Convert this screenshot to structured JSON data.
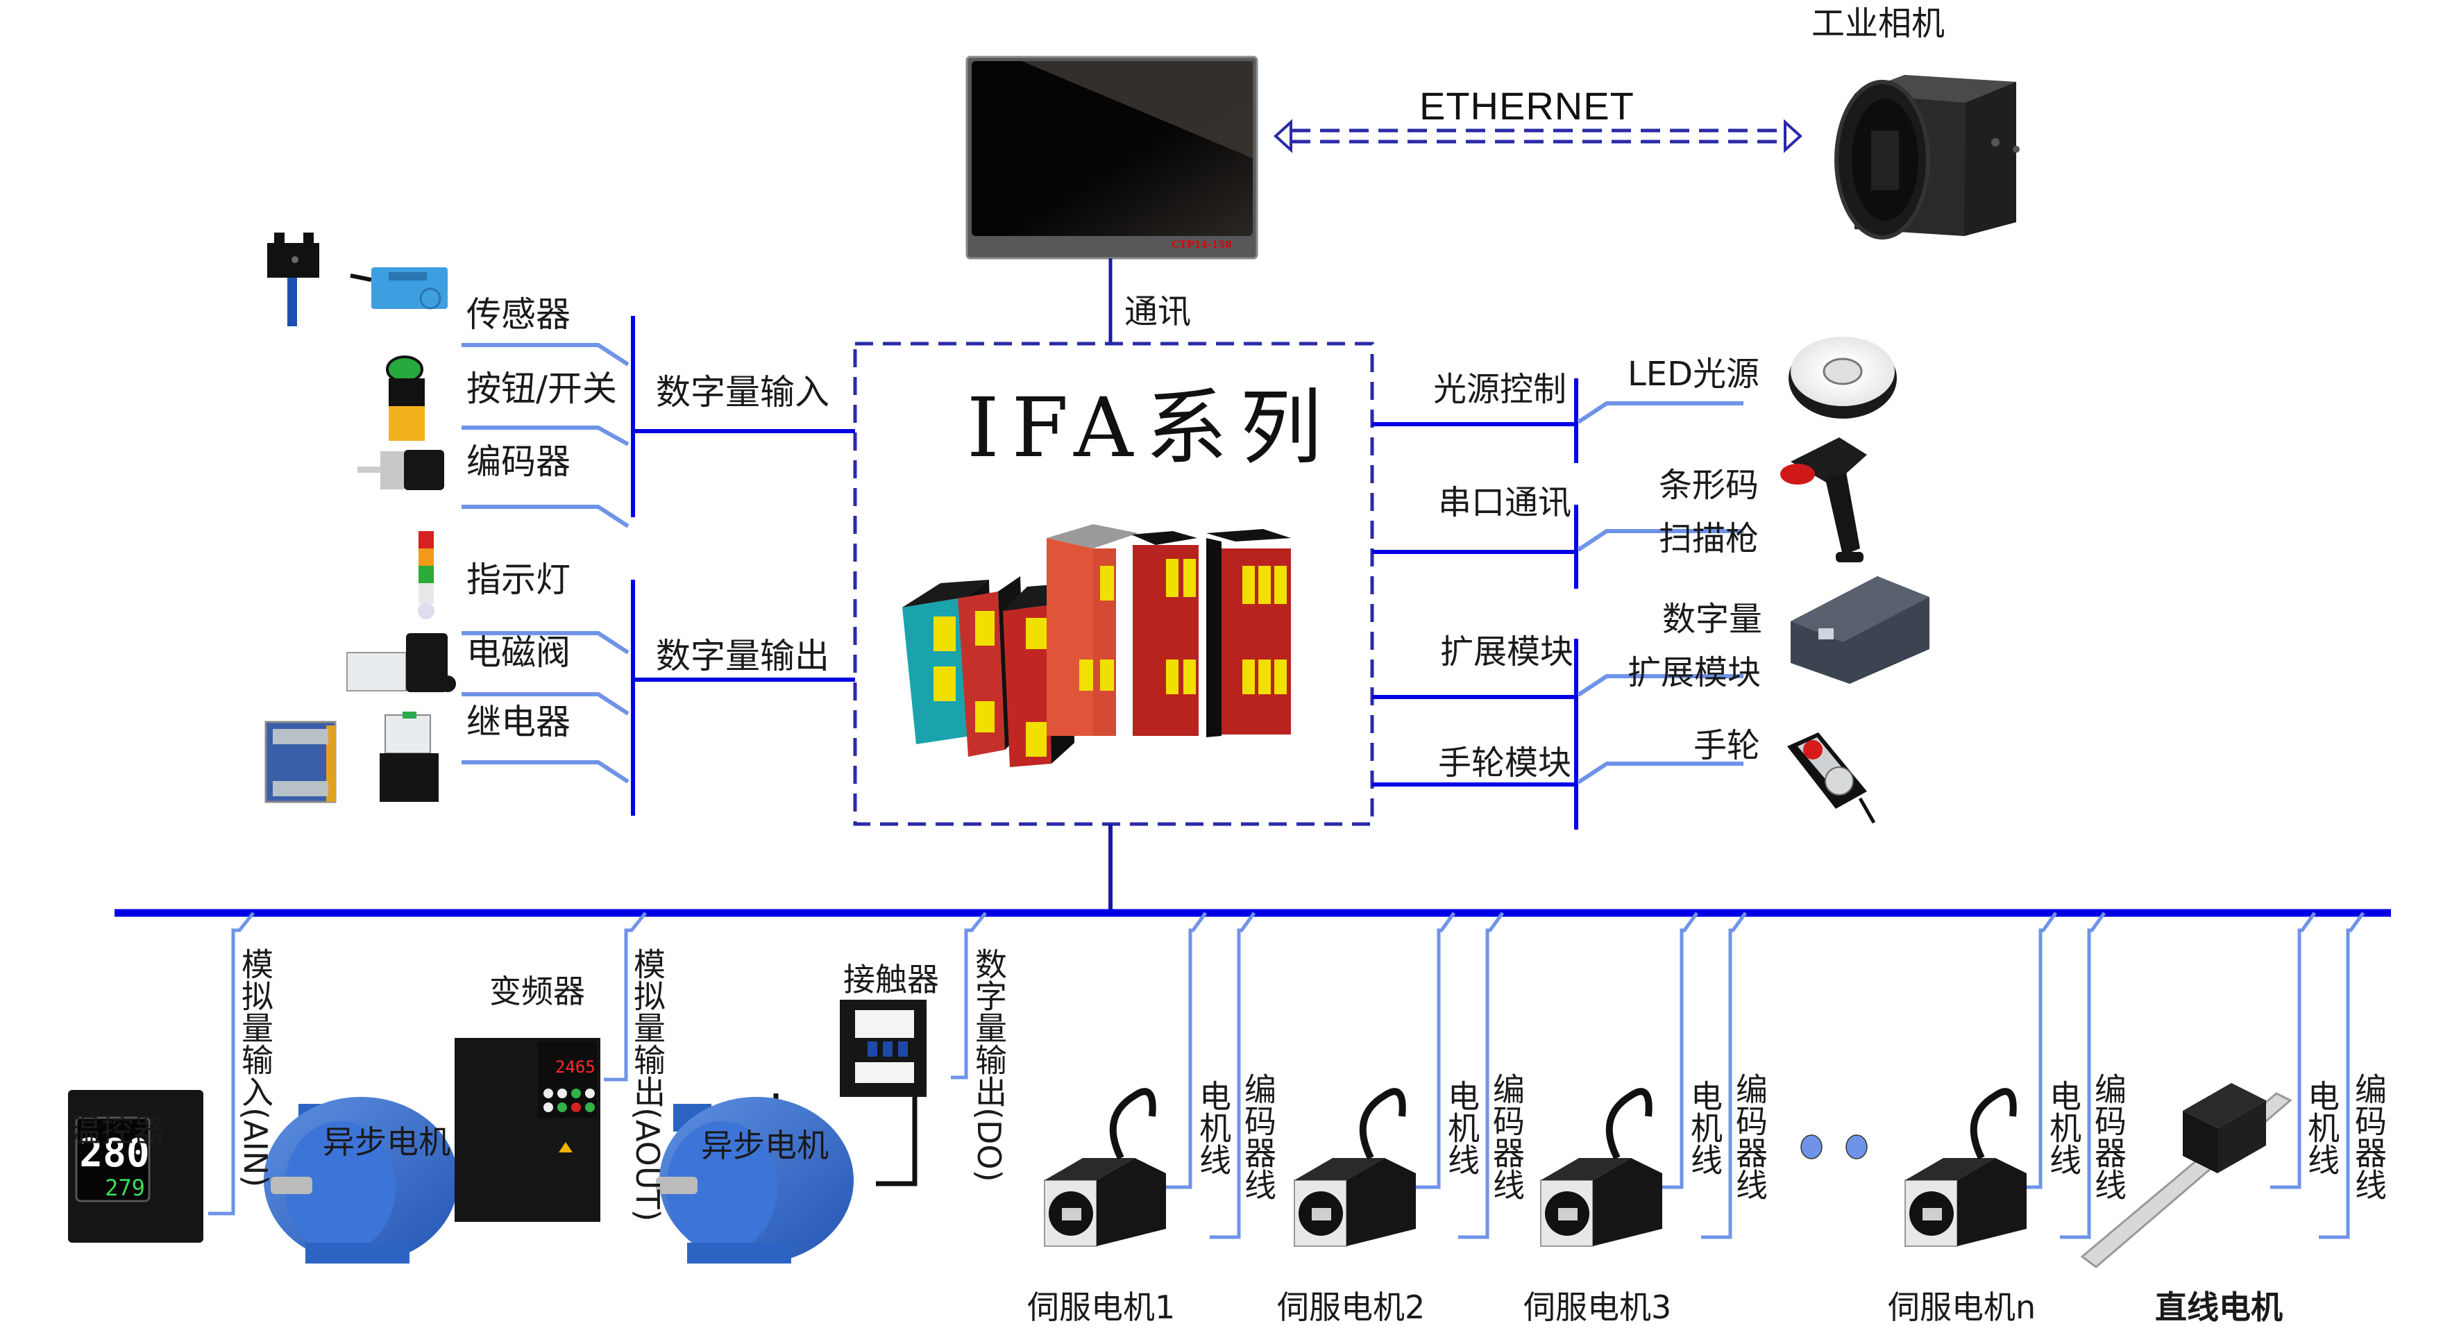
{
  "title": "IFA系列",
  "hmi": {
    "label_model": "CTP14-158"
  },
  "ethernet": {
    "label": "ETHERNET"
  },
  "camera": {
    "label": "工业相机"
  },
  "comm": {
    "label": "通讯"
  },
  "digital_input": {
    "label": "数字量输入",
    "items": [
      {
        "label": "传感器",
        "device": "sensor"
      },
      {
        "label": "按钮/开关",
        "device": "push-button"
      },
      {
        "label": "编码器",
        "device": "encoder"
      }
    ]
  },
  "digital_output": {
    "label": "数字量输出",
    "items": [
      {
        "label": "指示灯",
        "device": "signal-tower"
      },
      {
        "label": "电磁阀",
        "device": "solenoid-valve"
      },
      {
        "label": "继电器",
        "device": "relay"
      }
    ]
  },
  "right_branches": [
    {
      "label": "光源控制",
      "device_label": [
        "LED光源"
      ],
      "device": "led-ring-light"
    },
    {
      "label": "串口通讯",
      "device_label": [
        "条形码",
        "扫描枪"
      ],
      "device": "barcode-scanner"
    },
    {
      "label": "扩展模块",
      "device_label": [
        "数字量",
        "扩展模块"
      ],
      "device": "io-expansion-module"
    },
    {
      "label": "手轮模块",
      "device_label": [
        "手轮"
      ],
      "device": "handwheel"
    }
  ],
  "bottom": {
    "analog_in": {
      "label": "模拟量输入(AIN)",
      "device_label": "温控器",
      "display_pv": "280",
      "display_sv": "279"
    },
    "analog_out": {
      "label": "模拟量输出(AOUT)",
      "device_label": "变频器",
      "motor_label": "异步电机",
      "vfd_display": "2465"
    },
    "digital_out": {
      "label": "数字量输出(DO)",
      "device_label": "接触器",
      "motor_label": "异步电机"
    },
    "servos": [
      {
        "label": "伺服电机1",
        "cable1": "电机线",
        "cable2": "编码器线"
      },
      {
        "label": "伺服电机2",
        "cable1": "电机线",
        "cable2": "编码器线"
      },
      {
        "label": "伺服电机3",
        "cable1": "电机线",
        "cable2": "编码器线"
      },
      {
        "label": "伺服电机n",
        "cable1": "电机线",
        "cable2": "编码器线"
      }
    ],
    "linear_motor": {
      "label": "直线电机",
      "cable1": "电机线",
      "cable2": "编码器线"
    },
    "ellipsis": "• • •"
  },
  "colors": {
    "bus": "#0000e6",
    "bus_dark": "#1a1aa0",
    "branch": "#6f93e8",
    "dash": "#2a2aa8"
  }
}
